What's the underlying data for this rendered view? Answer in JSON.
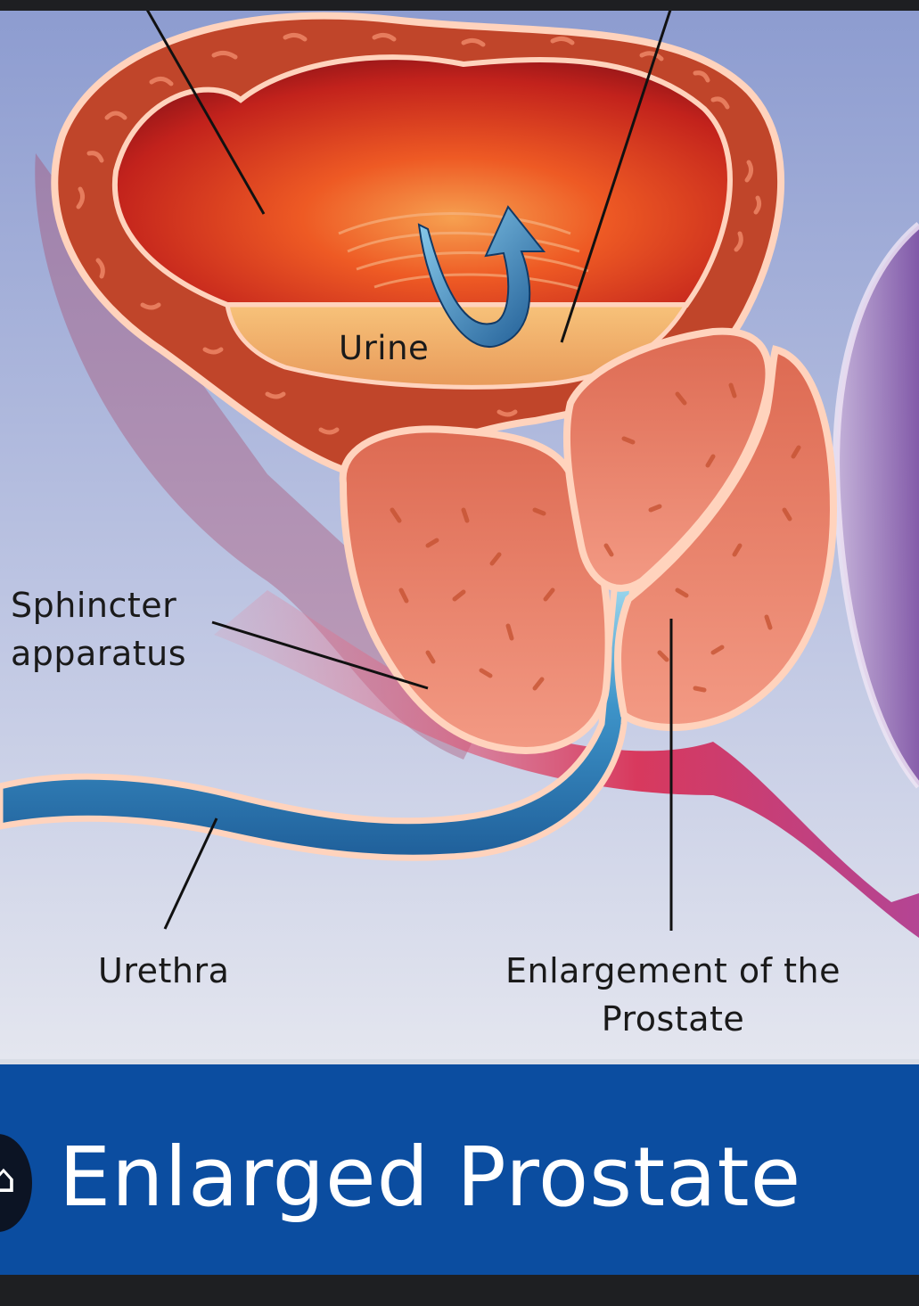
{
  "diagram": {
    "labels": {
      "urine": "Urine",
      "sphincter": "Sphincter\napparatus",
      "urethra": "Urethra",
      "enlargement": "Enlargement of the\nProstate"
    },
    "colors": {
      "background_top": "#8d9cd0",
      "background_bottom": "#e4e6ef",
      "bladder_wall": "#c0452a",
      "bladder_inner": "#e8421f",
      "urine": "#f2a860",
      "prostate": "#e8826e",
      "prostate_outline": "#ffd9c2",
      "urethra": "#2f7fb8",
      "arrow": "#4aa3d8"
    }
  },
  "banner": {
    "title": "Enlarged Prostate",
    "badge_glyph": "⌂",
    "color": "#0b4da0"
  }
}
